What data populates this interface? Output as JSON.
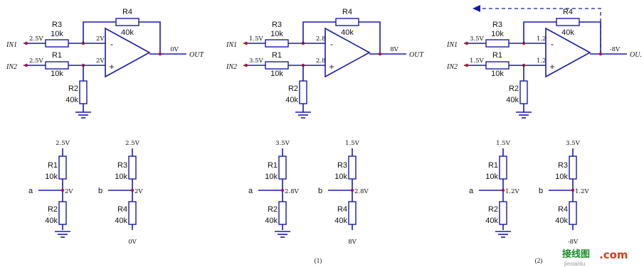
{
  "circuits": [
    {
      "top": {
        "in1_label": "IN1",
        "in2_label": "IN2",
        "in1_v": "2.5V",
        "in2_v": "2.5V",
        "r3": "R3",
        "r3_val": "10k",
        "r1": "R1",
        "r1_val": "10k",
        "r4": "R4",
        "r4_val": "40k",
        "r2": "R2",
        "r2_val": "40k",
        "vminus": "2V",
        "vplus": "2V",
        "minus_sign": "-",
        "plus_sign": "+",
        "out_v": "0V",
        "out_label": "OUT",
        "arrow": "none"
      },
      "left": {
        "top_v": "2.5V",
        "r_top": "R1",
        "r_top_val": "10k",
        "r_bot": "R2",
        "r_bot_val": "40k",
        "node": "a",
        "mid_v": "2V",
        "bottom": "ground",
        "bottom_v": ""
      },
      "right": {
        "top_v": "2.5V",
        "r_top": "R3",
        "r_top_val": "10k",
        "r_bot": "R4",
        "r_bot_val": "40k",
        "node": "b",
        "mid_v": "2V",
        "bottom": "label",
        "bottom_v": "0V"
      },
      "caption": ""
    },
    {
      "top": {
        "in1_label": "IN1",
        "in2_label": "IN2",
        "in1_v": "1.5V",
        "in2_v": "3.5V",
        "r3": "R3",
        "r3_val": "10k",
        "r1": "R1",
        "r1_val": "10k",
        "r4": "R4",
        "r4_val": "40k",
        "r2": "R2",
        "r2_val": "40k",
        "vminus": "2.8V",
        "vplus": "2.8V",
        "minus_sign": "-",
        "plus_sign": "+",
        "out_v": "8V",
        "out_label": "OUT",
        "arrow": "left"
      },
      "left": {
        "top_v": "3.5V",
        "r_top": "R1",
        "r_top_val": "10k",
        "r_bot": "R2",
        "r_bot_val": "40k",
        "node": "a",
        "mid_v": "2.8V",
        "bottom": "ground",
        "bottom_v": ""
      },
      "right": {
        "top_v": "1.5V",
        "r_top": "R3",
        "r_top_val": "10k",
        "r_bot": "R4",
        "r_bot_val": "40k",
        "node": "b",
        "mid_v": "2.8V",
        "bottom": "label",
        "bottom_v": "8V"
      },
      "caption": "(1)"
    },
    {
      "top": {
        "in1_label": "IN1",
        "in2_label": "IN2",
        "in1_v": "3.5V",
        "in2_v": "1.5V",
        "r3": "R3",
        "r3_val": "10k",
        "r1": "R1",
        "r1_val": "10k",
        "r4": "R4",
        "r4_val": "40k",
        "r2": "R2",
        "r2_val": "40k",
        "vminus": "1.2V",
        "vplus": "1.2V",
        "minus_sign": "-",
        "plus_sign": "+",
        "out_v": "-8V",
        "out_label": "OU.",
        "arrow": "right"
      },
      "left": {
        "top_v": "1.5V",
        "r_top": "R1",
        "r_top_val": "10k",
        "r_bot": "R2",
        "r_bot_val": "40k",
        "node": "a",
        "mid_v": "1.2V",
        "bottom": "ground",
        "bottom_v": ""
      },
      "right": {
        "top_v": "3.5V",
        "r_top": "R3",
        "r_top_val": "10k",
        "r_bot": "R4",
        "r_bot_val": "40k",
        "node": "b",
        "mid_v": "1.2V",
        "bottom": "label",
        "bottom_v": "-8V"
      },
      "caption": "(2)"
    }
  ],
  "watermark": {
    "cn": "接线图",
    "com": ".com",
    "sub": "jiexiantu"
  },
  "colors": {
    "wire": "#1a1aa8",
    "node": "#b0104a",
    "text": "#111111",
    "wm_green": "#1a8a2a",
    "wm_red": "#d04020"
  }
}
